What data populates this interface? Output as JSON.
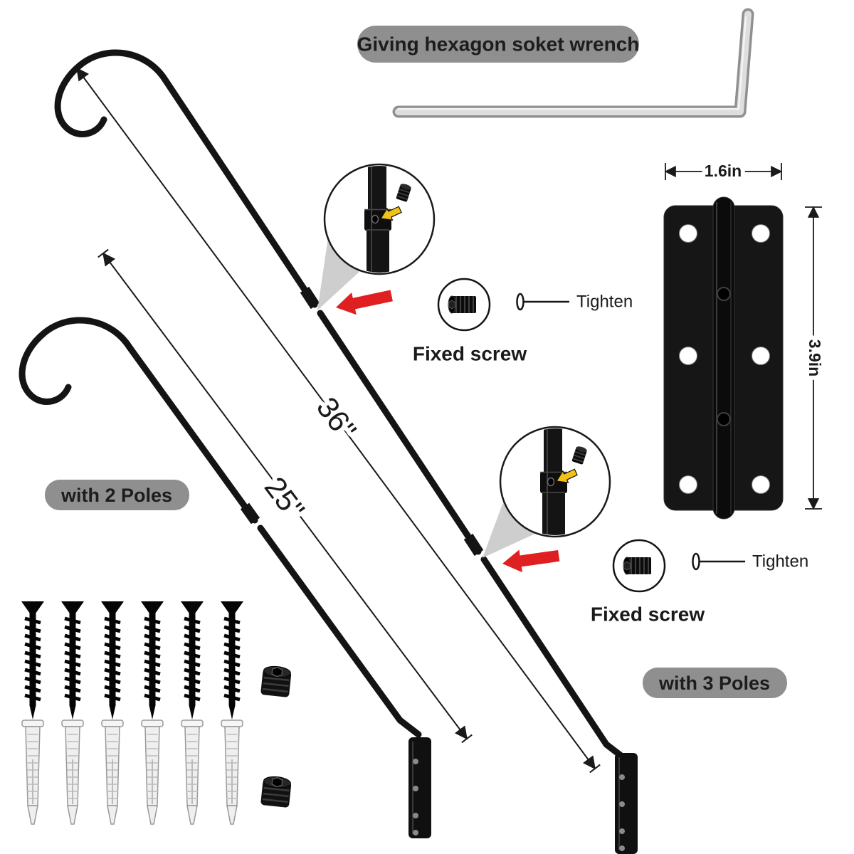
{
  "header": {
    "wrench_badge": "Giving hexagon soket wrench"
  },
  "badges": {
    "two_poles": "with 2 Poles",
    "three_poles": "with 3 Poles"
  },
  "annotations": {
    "fixed_screw_top": "Fixed screw",
    "tighten_top": "Tighten",
    "fixed_screw_bottom": "Fixed screw",
    "tighten_bottom": "Tighten"
  },
  "dimensions": {
    "long_pole": "36\"",
    "short_pole": "25\"",
    "bracket_width": "1.6in",
    "bracket_height": "3.9in"
  },
  "hardware": {
    "screws_visible": 6,
    "anchors_visible": 6,
    "set_screws_visible": 2,
    "zoom_insets": 2,
    "wall_mounts": 2
  },
  "colors": {
    "badge_bg": "#8f8f8f",
    "badge_text": "#1d1d1d",
    "metal_black": "#141414",
    "red_arrow": "#e02020",
    "yellow_arrow": "#f2c216",
    "wrench_light": "#dedede",
    "wrench_dark": "#909090",
    "text": "#1a1a1a"
  }
}
